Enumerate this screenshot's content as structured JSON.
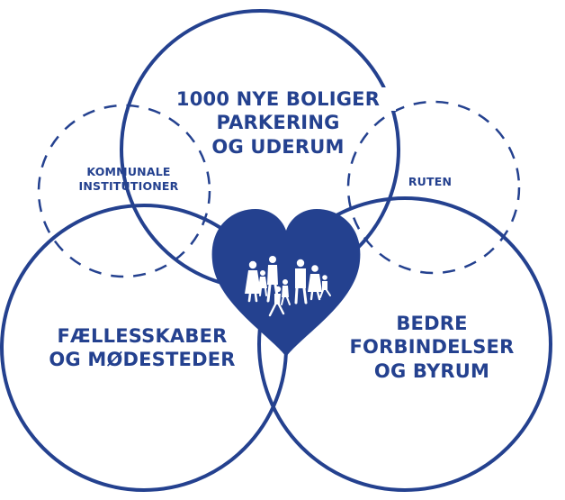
{
  "colors": {
    "primary": "#24418f",
    "background": "#ffffff",
    "figures": "#ffffff"
  },
  "circles": {
    "top": {
      "lines": [
        "1000 NYE BOLIGER",
        "PARKERING",
        "OG UDERUM"
      ]
    },
    "left": {
      "lines": [
        "FÆLLESSKABER",
        "OG MØDESTEDER"
      ]
    },
    "right": {
      "lines": [
        "BEDRE",
        "FORBINDELSER",
        "OG BYRUM"
      ]
    }
  },
  "dashed_circles": {
    "left": {
      "lines": [
        "KOMMUNALE",
        "INSTITUTIONER"
      ]
    },
    "right": {
      "lines": [
        "RUTEN"
      ]
    }
  },
  "center": {
    "icon": "heart-with-family-icon"
  }
}
